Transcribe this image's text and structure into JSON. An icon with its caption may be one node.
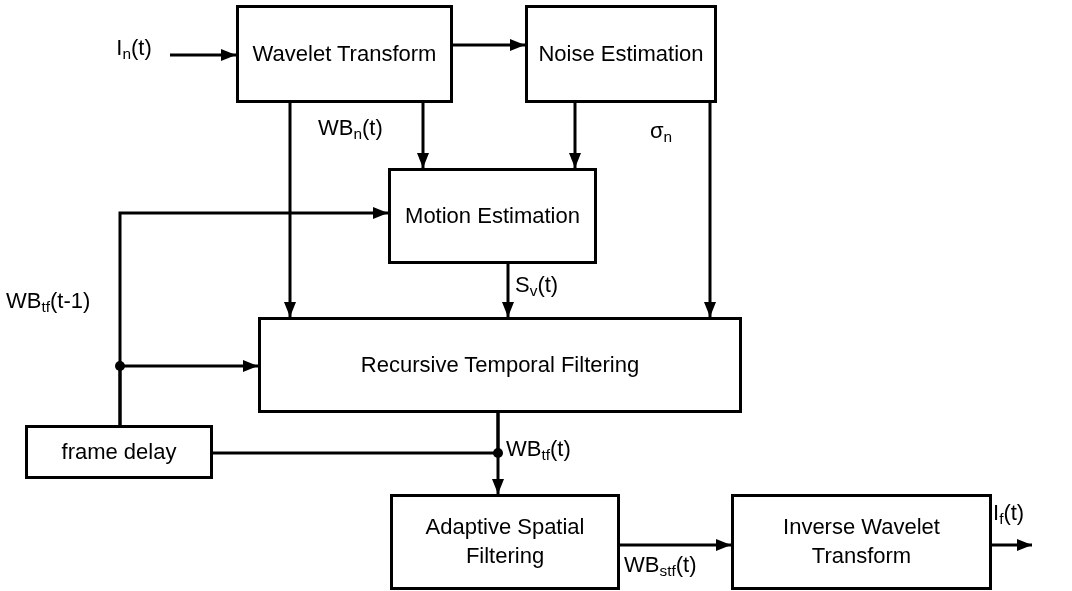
{
  "diagram": {
    "nodes": [
      {
        "text": [
          "I$_{n}$(t)"
        ]
      },
      {
        "text": [
          "Wavelet Transform"
        ]
      },
      {
        "text": [
          "Noise Estimation"
        ]
      },
      {
        "text": [
          "Motion Estimation"
        ]
      },
      {
        "text": [
          "Recursive Temporal Filtering"
        ]
      },
      {
        "text": [
          "frame delay"
        ]
      },
      {
        "text": [
          "Adaptive Spatial Filtering"
        ]
      },
      {
        "text": [
          "Inverse Wavelet Transform"
        ]
      }
    ],
    "edges": [
      {
        "from": 0,
        "to": 1,
        "arrow": "to"
      },
      {
        "from": 1,
        "to": 2,
        "arrow": "to"
      },
      {
        "from": 1,
        "to": 3,
        "arrow": "to",
        "label": "WB$_{n}$(t)"
      },
      {
        "from": 1,
        "to": 4,
        "arrow": "to"
      },
      {
        "from": 2,
        "to": 3,
        "arrow": "to"
      },
      {
        "from": 2,
        "to": 4,
        "arrow": "to",
        "label": "σ$_{n}$"
      },
      {
        "from": 3,
        "to": 4,
        "arrow": "to",
        "label": "S$_{v}$(t)"
      },
      {
        "from": 4,
        "to": 6,
        "arrow": "to",
        "label": "WB$_{tf}$(t)"
      },
      {
        "from": 5,
        "to": 3,
        "arrow": "to",
        "label": "WB$_{tf}$(t-1)"
      },
      {
        "from": 5,
        "to": 4,
        "arrow": "to"
      },
      {
        "from": 4,
        "to": 5,
        "arrow": "none"
      },
      {
        "from": 6,
        "to": 7,
        "arrow": "to",
        "label": "WB$_{stf}$(t)"
      },
      {
        "from": 7,
        "to": null,
        "arrow": "to"
      }
    ],
    "labels": [
      "I$_{f}$(t)"
    ]
  }
}
